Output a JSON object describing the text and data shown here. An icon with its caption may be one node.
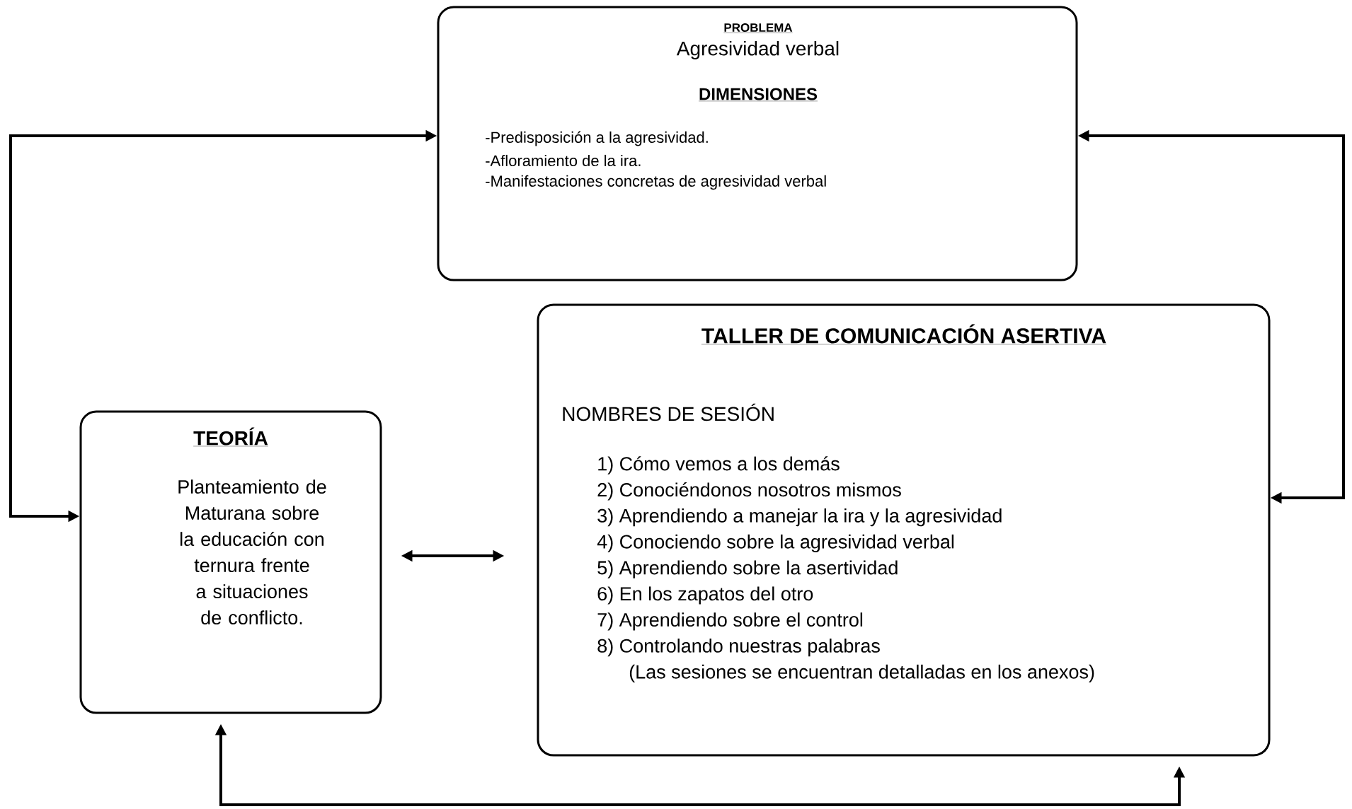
{
  "diagram": {
    "nodes": [
      {
        "text": [
          "PROBLEMA",
          "Agresividad verbal",
          "DIMENSIONES",
          "-Predisposición a la agresividad.",
          "-Afloramiento de la ira.",
          "-Manifestaciones concretas de agresividad verbal"
        ]
      },
      {
        "text": [
          "TEORÍA",
          "Planteamiento de Maturana sobre la educación con ternura frente a situaciones de conflicto."
        ]
      },
      {
        "text": [
          "TALLER DE COMUNICACIÓN ASERTIVA",
          "NOMBRES DE SESIÓN",
          "1) Cómo vemos a los demás",
          "2) Conociéndonos nosotros mismos",
          "3) Aprendiendo a manejar la ira y la agresividad",
          "4) Conociendo sobre la agresividad verbal",
          "5) Aprendiendo sobre la asertividad",
          "6) En los zapatos del otro",
          "7) Aprendiendo sobre el control",
          "8) Controlando nuestras palabras",
          "(Las sesiones se encuentran detalladas en los anexos)"
        ]
      }
    ],
    "edges": [
      {
        "from": 1,
        "to": 0,
        "arrow": "both"
      },
      {
        "from": 0,
        "to": 2,
        "arrow": "both"
      },
      {
        "from": 1,
        "to": 2,
        "arrow": "both"
      },
      {
        "from": 1,
        "to": 2,
        "arrow": "both"
      }
    ]
  }
}
